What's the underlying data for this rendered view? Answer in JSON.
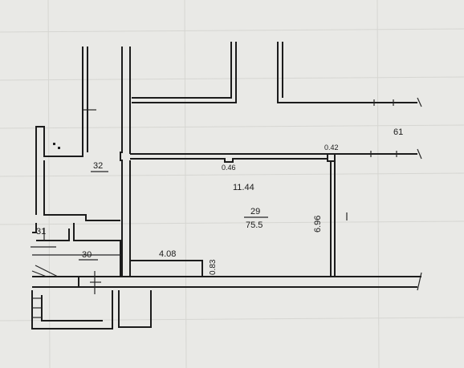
{
  "rooms": {
    "r61": {
      "number": "61"
    },
    "r32": {
      "number": "32"
    },
    "r31": {
      "number": "31"
    },
    "r30": {
      "number": "30"
    },
    "r29": {
      "number": "29",
      "area": "75.5"
    }
  },
  "dimensions": {
    "length_top": "11.44",
    "width_right": "6.96",
    "pilaster_left": "0.46",
    "pilaster_right": "0.42",
    "ledge_length": "4.08",
    "ledge_depth": "0.83"
  }
}
